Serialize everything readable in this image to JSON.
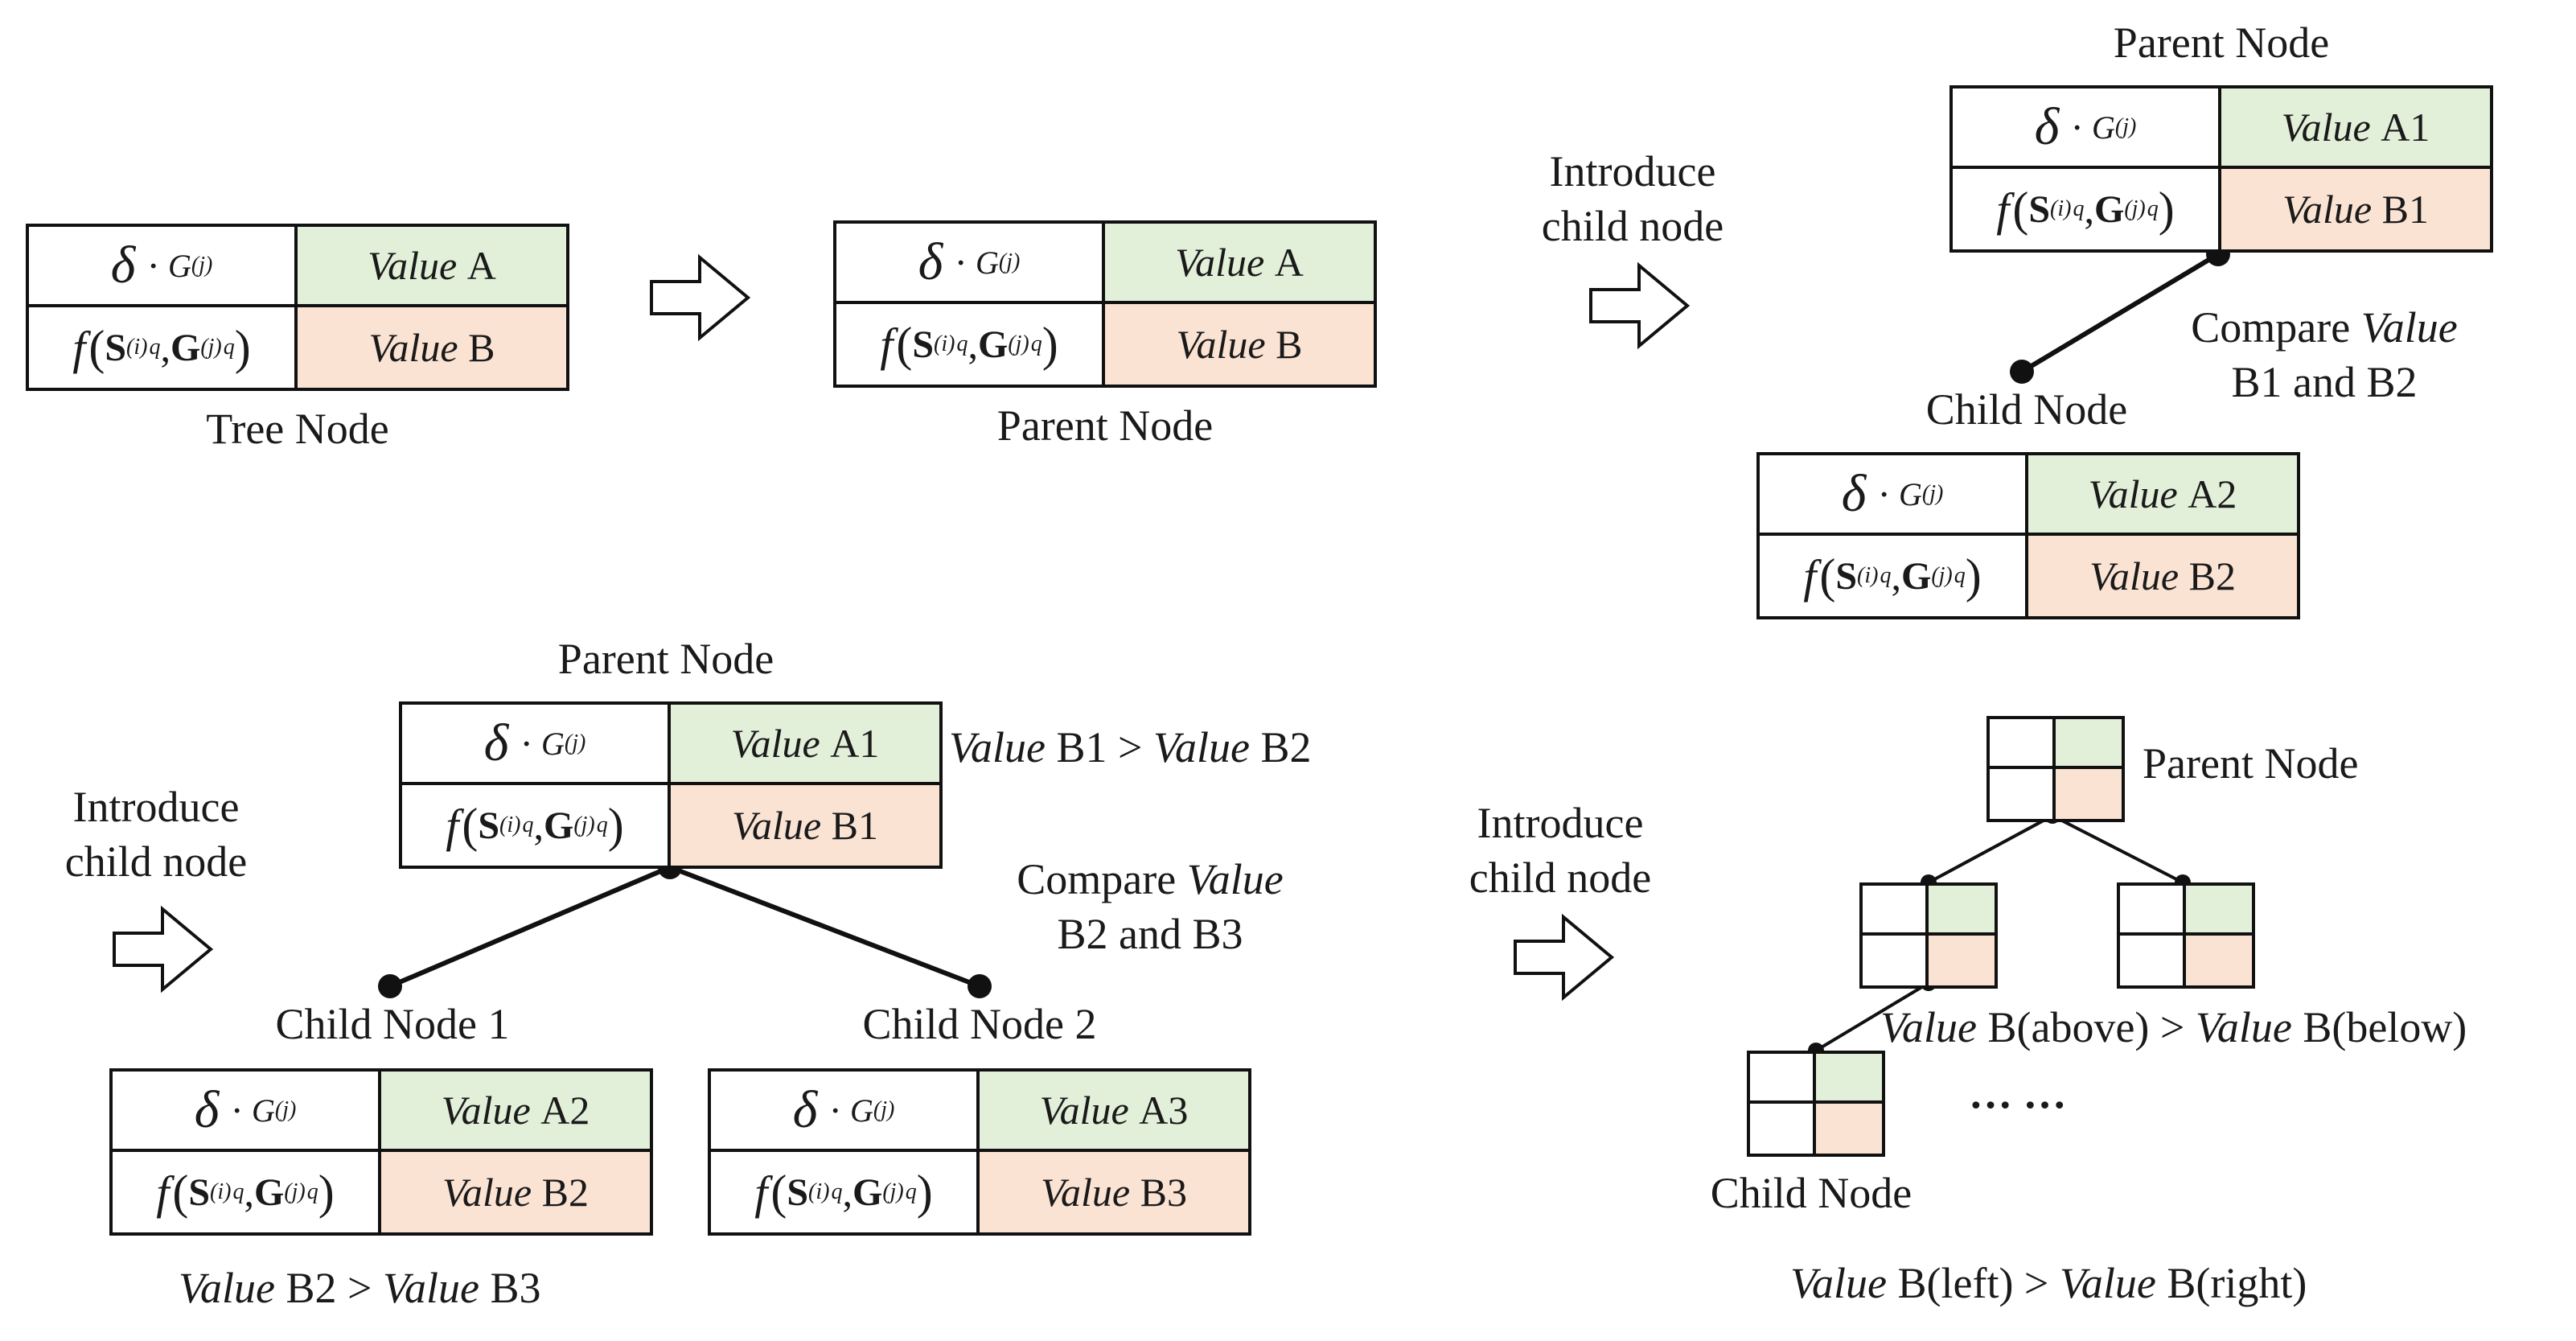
{
  "formula": {
    "delta": "δ",
    "dot": "·",
    "g": "G",
    "sub_j": "(j)",
    "f": "f",
    "lparen": "(",
    "rparen": ")",
    "S": "S",
    "sub_i": "(i)",
    "sup_q": "q",
    "comma": ",",
    "G": "G"
  },
  "value_word": "Value",
  "panel1": {
    "value_a": "A",
    "value_b": "B",
    "caption": "Tree Node"
  },
  "panel2": {
    "value_a": "A",
    "value_b": "B",
    "caption": "Parent Node"
  },
  "panel3": {
    "intro_line1": "Introduce",
    "intro_line2": "child node",
    "parent_title": "Parent Node",
    "parent_a": "A1",
    "parent_b": "B1",
    "child_title": "Child Node",
    "child_a": "A2",
    "child_b": "B2",
    "compare_prefix": "Compare",
    "compare_italic": "Value",
    "compare_line2": "B1 and B2"
  },
  "panel4": {
    "intro_line1": "Introduce",
    "intro_line2": "child node",
    "parent_title": "Parent Node",
    "parent_a": "A1",
    "parent_b": "B1",
    "rel_top_it1": "Value",
    "rel_top_1": "B1 >",
    "rel_top_it2": "Value",
    "rel_top_2": "B2",
    "compare_prefix": "Compare",
    "compare_italic": "Value",
    "compare_line2": "B2 and B3",
    "child1_title": "Child Node 1",
    "child1_a": "A2",
    "child1_b": "B2",
    "child2_title": "Child Node 2",
    "child2_a": "A3",
    "child2_b": "B3",
    "rel_bottom_it1": "Value",
    "rel_bottom_1": "B2 >",
    "rel_bottom_it2": "Value",
    "rel_bottom_2": "B3"
  },
  "panel5": {
    "intro_line1": "Introduce",
    "intro_line2": "child node",
    "parent_title": "Parent Node",
    "child_title": "Child Node",
    "ellipsis": "… …",
    "rel_above_it1": "Value",
    "rel_above_1": "B(above) >",
    "rel_above_it2": "Value",
    "rel_above_2": "B(below)",
    "rel_left_it1": "Value",
    "rel_left_1": "B(left) >",
    "rel_left_it2": "Value",
    "rel_left_2": "B(right)"
  },
  "colors": {
    "value_a_fill": "#e2efd9",
    "value_b_fill": "#fbe3d4",
    "line": "#111111"
  }
}
